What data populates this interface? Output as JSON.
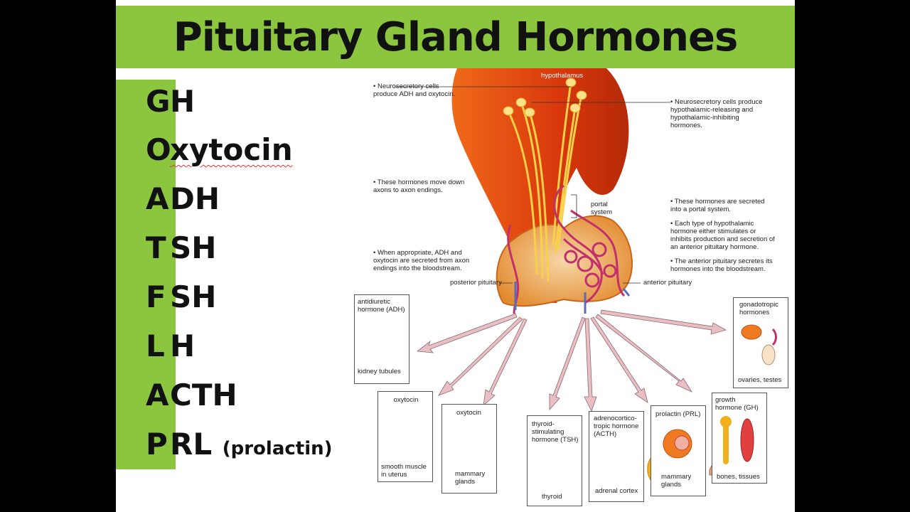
{
  "title": "Pituitary Gland Hormones",
  "hormones": [
    {
      "first": "G",
      "rest": "H"
    },
    {
      "first": "O",
      "rest": "xytocin"
    },
    {
      "first": "A",
      "rest": "DH"
    },
    {
      "first": "T",
      "rest": "SH"
    },
    {
      "first": "F",
      "rest": "SH"
    },
    {
      "first": "L",
      "rest": "H"
    },
    {
      "first": "A",
      "rest": "CTH"
    },
    {
      "first": "P",
      "rest": "RL",
      "note": "(prolactin)"
    }
  ],
  "diagram": {
    "hypothalamus": "hypothalamus",
    "note_left_1": "• Neurosecretory cells produce ADH and oxytocin.",
    "note_left_2": "• These hormones move down axons to axon endings.",
    "note_left_3": "• When appropriate, ADH and oxytocin are secreted from axon endings into the bloodstream.",
    "note_right_1": "• Neurosecretory cells produce hypothalamic-releasing and hypothalamic-inhibiting hormones.",
    "portal_system": "portal system",
    "note_right_2": "• These hormones are secreted into a portal system.",
    "note_right_3": "• Each type of hypothalamic hormone either stimulates or inhibits production and secretion of an anterior pituitary hormone.",
    "note_right_4": "• The anterior pituitary secretes its hormones into the bloodstream.",
    "posterior_pituitary": "posterior pituitary",
    "anterior_pituitary": "anterior pituitary",
    "targets": {
      "adh": {
        "hormone": "antidiuretic hormone (ADH)",
        "target": "kidney tubules"
      },
      "oxytocin_uterus": {
        "hormone": "oxytocin",
        "target": "smooth muscle in uterus"
      },
      "oxytocin_mammary": {
        "hormone": "oxytocin",
        "target": "mammary glands"
      },
      "tsh": {
        "hormone": "thyroid-stimulating hormone (TSH)",
        "target": "thyroid"
      },
      "acth": {
        "hormone": "adrenocortico-tropic hormone (ACTH)",
        "target": "adrenal cortex"
      },
      "prl": {
        "hormone": "prolactin (PRL)",
        "target": "mammary glands"
      },
      "gh": {
        "hormone": "growth hormone (GH)",
        "target": "bones, tissues"
      },
      "gonado": {
        "hormone": "gonadotropic hormones",
        "target": "ovaries, testes"
      }
    }
  },
  "colors": {
    "green": "#8cc63f",
    "tissue": "#e0400f",
    "axon": "#f7d14a",
    "vessel": "#c0306a",
    "arrow": "#e9bfc4"
  }
}
